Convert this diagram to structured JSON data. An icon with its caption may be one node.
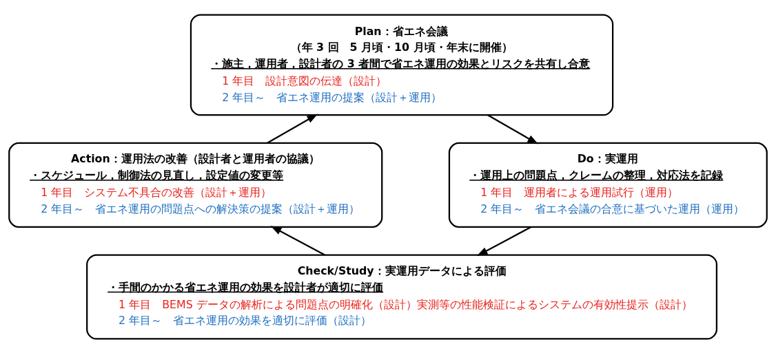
{
  "diagram": {
    "nodes": [
      {
        "text": [
          "Plan：省エネ会議",
          "（年 3 回　5 月頃・10 月頃・年末に開催）",
          "・施主，運用者，設計者の 3 者間で省エネ運用の効果とリスクを共有し合意",
          "1 年目　設計意図の伝達（設計）",
          "2 年目～　省エネ運用の提案（設計＋運用）"
        ]
      },
      {
        "text": [
          "Action：運用法の改善（設計者と運用者の協議）",
          "・スケジュール，制御法の見直し，設定値の変更等",
          "1 年目　システム不具合の改善（設計＋運用）",
          "2 年目～　省エネ運用の問題点への解決策の提案（設計＋運用）"
        ]
      },
      {
        "text": [
          "Do：実運用",
          "・運用上の問題点，クレームの整理，対応法を記録",
          "1 年目　運用者による運用試行（運用）",
          "2 年目～　省エネ会議の合意に基づいた運用（運用）"
        ]
      },
      {
        "text": [
          "Check/Study：実運用データによる評価",
          "・手間のかかる省エネ運用の効果を設計者が適切に評価",
          "1 年目　BEMS データの解析による問題点の明確化（設計）実測等の性能検証によるシステムの有効性提示（設計）",
          "2 年目～　省エネ運用の効果を適切に評価（設計）"
        ]
      }
    ],
    "edges": [
      {
        "from": 0,
        "to": 2,
        "arrow": "to"
      },
      {
        "from": 2,
        "to": 3,
        "arrow": "to"
      },
      {
        "from": 3,
        "to": 1,
        "arrow": "to"
      },
      {
        "from": 1,
        "to": 0,
        "arrow": "to"
      }
    ]
  }
}
